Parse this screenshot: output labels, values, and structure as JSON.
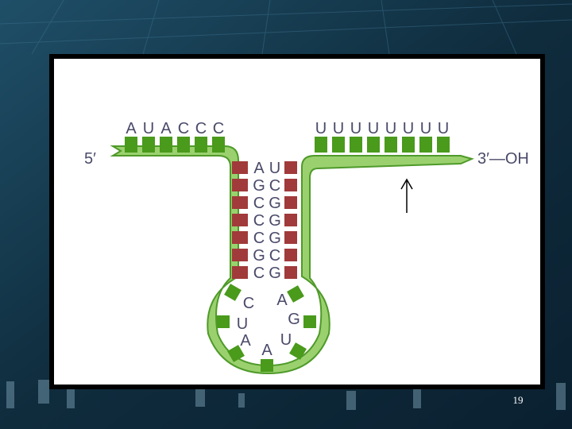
{
  "colors": {
    "backbone_fill": "#9ad16e",
    "backbone_stroke": "#4f9a2a",
    "base_green": "#4a9a1c",
    "base_red": "#a13a3a",
    "letter": "#4a4a6a",
    "background": "#0e2a3a"
  },
  "labels": {
    "five_prime": "5′",
    "three_prime": "3′—OH"
  },
  "sequence": {
    "leader": [
      "A",
      "U",
      "A",
      "C",
      "C",
      "C"
    ],
    "stem_left": [
      "A",
      "G",
      "C",
      "C",
      "C",
      "G",
      "C"
    ],
    "stem_right": [
      "U",
      "C",
      "G",
      "G",
      "G",
      "C",
      "G"
    ],
    "loop_left": [
      "C",
      "U",
      "A"
    ],
    "loop_bottom": [
      "A"
    ],
    "loop_right": [
      "U",
      "G",
      "A"
    ],
    "tail": [
      "U",
      "U",
      "U",
      "U",
      "U",
      "U",
      "U",
      "U"
    ]
  },
  "page": {
    "number": "19"
  }
}
